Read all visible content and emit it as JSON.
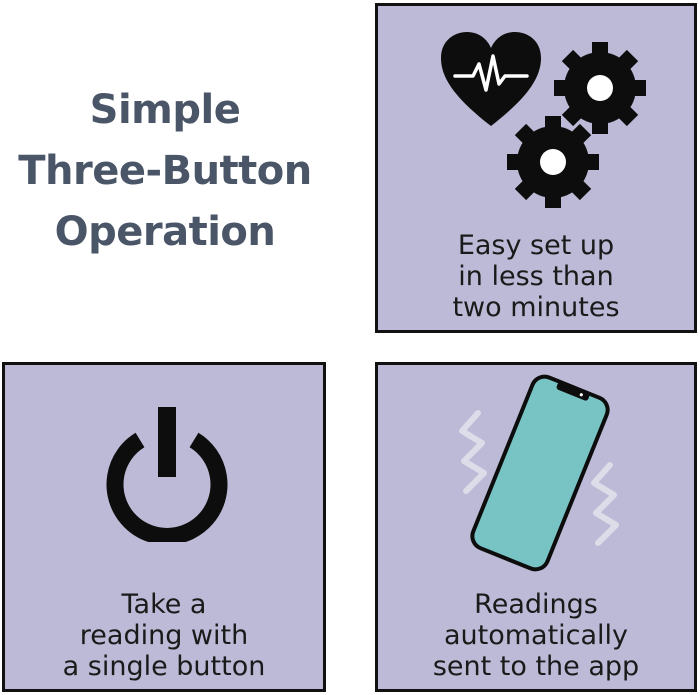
{
  "headline": {
    "lines": [
      "Simple",
      "Three-Button",
      "Operation"
    ]
  },
  "cards": [
    {
      "icon": "heart-gears-icon",
      "lines": [
        "Easy set up",
        "in less than",
        "two minutes"
      ]
    },
    {
      "icon": "power-icon",
      "lines": [
        "Take a",
        "reading with",
        "a single button"
      ]
    },
    {
      "icon": "vibrating-phone-icon",
      "lines": [
        "Readings",
        "automatically",
        "sent to the app"
      ]
    }
  ],
  "colors": {
    "card_fill": "#bcbad6",
    "border": "#111111",
    "headline": "#4a5668",
    "phone_screen": "#78c4c4",
    "vibration": "#dcdde8"
  }
}
